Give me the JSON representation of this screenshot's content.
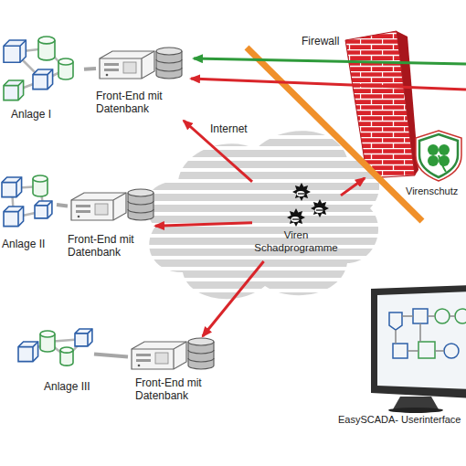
{
  "diagram": {
    "nodes": [
      {
        "text": [
          "Anlage I"
        ]
      },
      {
        "text": [
          "Front-End mit Datenbank"
        ]
      },
      {
        "text": [
          "Firewall"
        ]
      },
      {
        "text": [
          "Internet"
        ]
      },
      {
        "text": [
          "Viren Schadprogramme"
        ],
        "in": 3
      },
      {
        "text": [
          "Virenschutz"
        ]
      },
      {
        "text": [
          "Anlage II"
        ]
      },
      {
        "text": [
          "Front-End mit Datenbank"
        ]
      },
      {
        "text": [
          "Anlage III"
        ]
      },
      {
        "text": [
          "Front-End mit Datenbank"
        ]
      },
      {
        "text": [
          "EasySCADA- Userinterface"
        ]
      }
    ],
    "edges": [
      {
        "from": 0,
        "to": 1,
        "arrow": "none"
      },
      {
        "from": 6,
        "to": 7,
        "arrow": "none"
      },
      {
        "from": 8,
        "to": 9,
        "arrow": "none"
      },
      {
        "from": 4,
        "to": 1,
        "arrow": "to"
      },
      {
        "from": 4,
        "to": 7,
        "arrow": "to"
      },
      {
        "from": 4,
        "to": 9,
        "arrow": "to"
      },
      {
        "from": 4,
        "to": 2,
        "arrow": "to"
      }
    ]
  }
}
